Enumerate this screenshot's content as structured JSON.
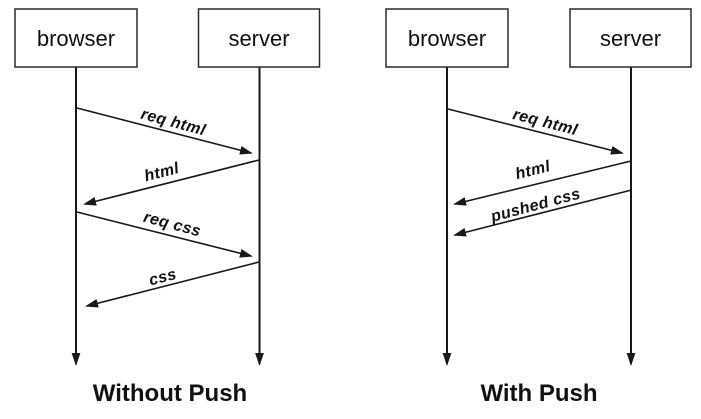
{
  "colors": {
    "background": "#ffffff",
    "line": "#191919",
    "text": "#111111"
  },
  "diagrams": [
    {
      "caption": "Without Push",
      "actors": [
        {
          "label": "browser"
        },
        {
          "label": "server"
        }
      ],
      "messages": [
        {
          "label": "req html",
          "from": "browser",
          "to": "server"
        },
        {
          "label": "html",
          "from": "server",
          "to": "browser"
        },
        {
          "label": "req css",
          "from": "browser",
          "to": "server"
        },
        {
          "label": "css",
          "from": "server",
          "to": "browser"
        }
      ]
    },
    {
      "caption": "With Push",
      "actors": [
        {
          "label": "browser"
        },
        {
          "label": "server"
        }
      ],
      "messages": [
        {
          "label": "req html",
          "from": "browser",
          "to": "server"
        },
        {
          "label": "html",
          "from": "server",
          "to": "browser"
        },
        {
          "label": "pushed css",
          "from": "server",
          "to": "browser"
        }
      ]
    }
  ]
}
